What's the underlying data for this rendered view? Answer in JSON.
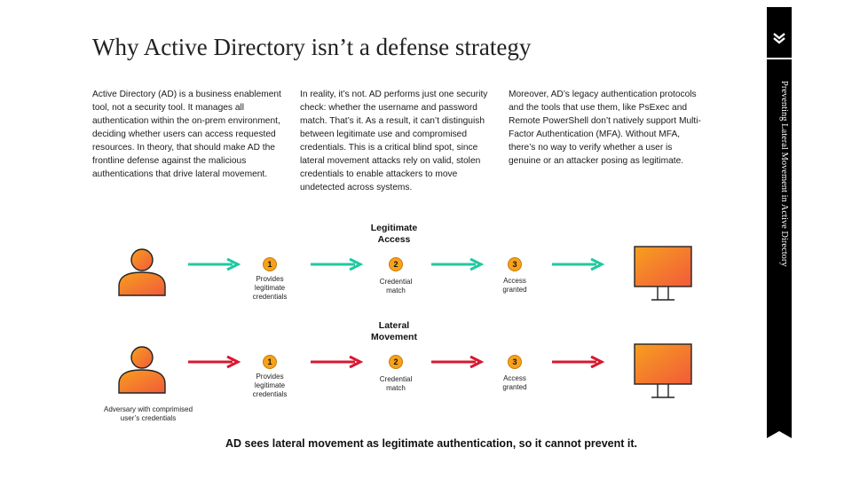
{
  "title": "Why Active Directory isn’t a defense strategy",
  "columns": {
    "col1": "Active Directory (AD) is a business enablement tool, not a security tool. It manages all authentication within the on-prem environment, deciding whether users can access requested resources. In theory, that should make AD the frontline defense against the malicious authentications that drive lateral movement.",
    "col2": "In reality, it’s not. AD performs just one security check: whether the username and password match. That’s it. As a result, it can’t distinguish between legitimate use and compromised credentials. This is a critical blind spot, since lateral movement attacks rely on valid, stolen credentials to enable attackers to move undetected across systems.",
    "col3": "Moreover, AD’s legacy authentication protocols and the tools that use them, like PsExec and Remote PowerShell don’t natively support Multi-Factor Authentication (MFA). Without MFA, there’s no way to verify whether a user is genuine or an attacker posing as legitimate."
  },
  "sidebar": {
    "text": "Preventing Lateral Movement in Active Directory",
    "icon": "double-chevron-down-icon",
    "color": "#000000"
  },
  "diagram": {
    "rows": [
      {
        "label_line1": "Legitimate",
        "label_line2": "Access",
        "arrow_color": "#1fc9a0",
        "steps": [
          {
            "number": "1",
            "label_line1": "Provides",
            "label_line2": "legitimate",
            "label_line3": "credentials"
          },
          {
            "number": "2",
            "label_line1": "Credential",
            "label_line2": "match"
          },
          {
            "number": "3",
            "label_line1": "Access",
            "label_line2": "granted"
          }
        ]
      },
      {
        "label_line1": "Lateral",
        "label_line2": "Movement",
        "arrow_color": "#d8182f",
        "steps": [
          {
            "number": "1",
            "label_line1": "Provides",
            "label_line2": "legitimate",
            "label_line3": "credentials"
          },
          {
            "number": "2",
            "label_line1": "Credential",
            "label_line2": "match"
          },
          {
            "number": "3",
            "label_line1": "Access",
            "label_line2": "granted"
          }
        ]
      }
    ],
    "adversary_caption_line1": "Adversary with comprimised",
    "adversary_caption_line2": "user’s credentials",
    "colors": {
      "gradient_start": "#f79f1f",
      "gradient_end": "#f15a3a",
      "badge": "#f7a21b"
    }
  },
  "footer": "AD sees lateral movement as legitimate authentication, so it cannot prevent it."
}
